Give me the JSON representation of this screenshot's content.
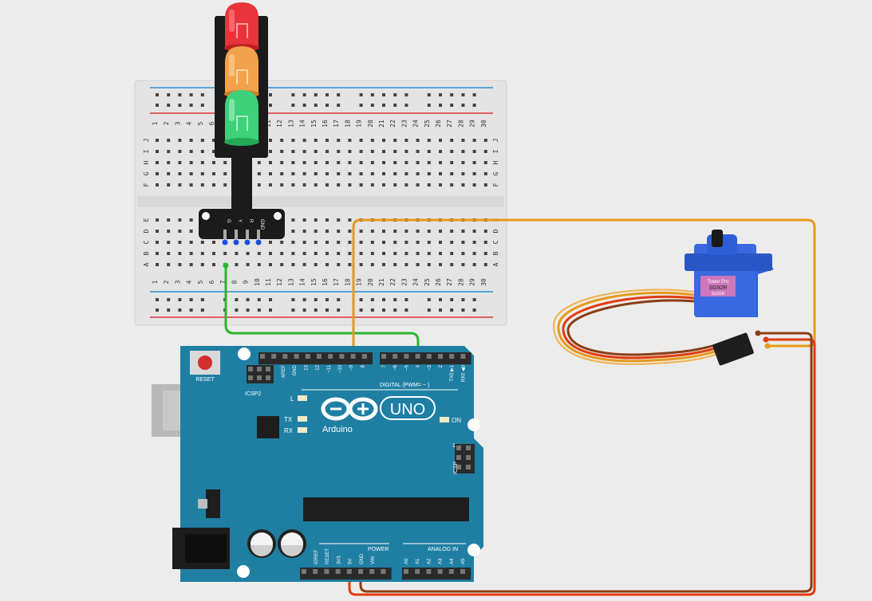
{
  "breadboard": {
    "columns": [
      "1",
      "2",
      "3",
      "4",
      "5",
      "6",
      "7",
      "8",
      "9",
      "10",
      "11",
      "12",
      "13",
      "14",
      "15",
      "16",
      "17",
      "18",
      "19",
      "20",
      "21",
      "22",
      "23",
      "24",
      "25",
      "26",
      "27",
      "28",
      "29",
      "30"
    ],
    "rows_top": [
      "J",
      "I",
      "H",
      "G",
      "F"
    ],
    "rows_bottom": [
      "E",
      "D",
      "C",
      "B",
      "A"
    ]
  },
  "traffic_light": {
    "pins": [
      "G",
      "Y",
      "R",
      "GND"
    ],
    "colors": {
      "red": "#e8343a",
      "yellow": "#f2a24b",
      "green": "#3ed17a",
      "body": "#1b1b1b"
    }
  },
  "arduino": {
    "brand": "Arduino",
    "model": "UNO",
    "reset_label": "RESET",
    "icsp2_label": "ICSP2",
    "icsp_label": "ICSP",
    "icsp_pin1": "1",
    "digital_label": "DIGITAL (PWM= ~ )",
    "power_label": "POWER",
    "analog_label": "ANALOG IN",
    "on_label": "ON",
    "l_label": "L",
    "tx_label": "TX",
    "rx_label": "RX",
    "digital_pins_left": [
      "AREF",
      "GND",
      "13",
      "12",
      "~11",
      "~10",
      "~9",
      "8"
    ],
    "digital_pins_right": [
      "7",
      "~6",
      "~5",
      "4",
      "~3",
      "2",
      "TX0 ▶1",
      "RX0 ◀0"
    ],
    "power_pins": [
      "IOREF",
      "RESET",
      "3V3",
      "5V",
      "GND",
      "VIN"
    ],
    "analog_pins": [
      "A0",
      "A1",
      "A2",
      "A3",
      "A4",
      "A5"
    ],
    "board_color": "#1f7fa3"
  },
  "servo": {
    "brand": "Tower Pro",
    "model": "SG92R",
    "sub": "SG92R",
    "body_color": "#2f5fd6"
  },
  "wires": {
    "green": "#2db52d",
    "orange": "#e59a18",
    "red": "#e23b0f",
    "brown": "#8a3e14"
  }
}
